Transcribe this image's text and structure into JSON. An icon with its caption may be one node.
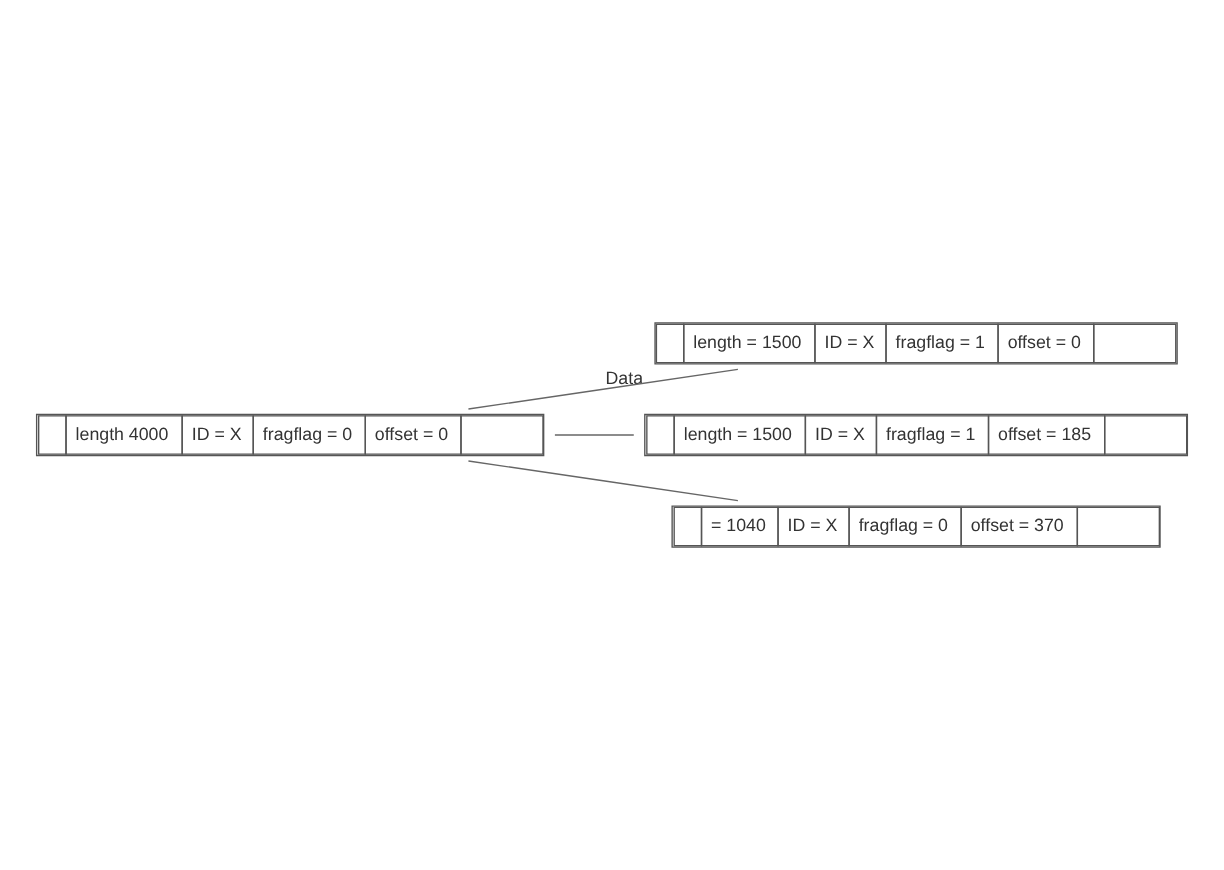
{
  "diagram": {
    "nodes": [
      {
        "text": [
          "length 4000",
          "ID = X",
          "fragflag = 0",
          "offset = 0"
        ]
      },
      {
        "text": [
          "length = 1500",
          "ID = X",
          "fragflag = 1",
          "offset = 0"
        ],
        "beside": [
          "Data"
        ]
      },
      {
        "text": [
          "length = 1500",
          "ID = X",
          "fragflag = 1",
          "offset = 185"
        ]
      },
      {
        "text": [
          "= 1040",
          "ID = X",
          "fragflag = 0",
          "offset = 370"
        ]
      }
    ],
    "edges": [
      {
        "from": 0,
        "to": 1,
        "arrow": "none"
      },
      {
        "from": 0,
        "to": 2,
        "arrow": "none"
      },
      {
        "from": 0,
        "to": 3,
        "arrow": "none"
      }
    ]
  }
}
